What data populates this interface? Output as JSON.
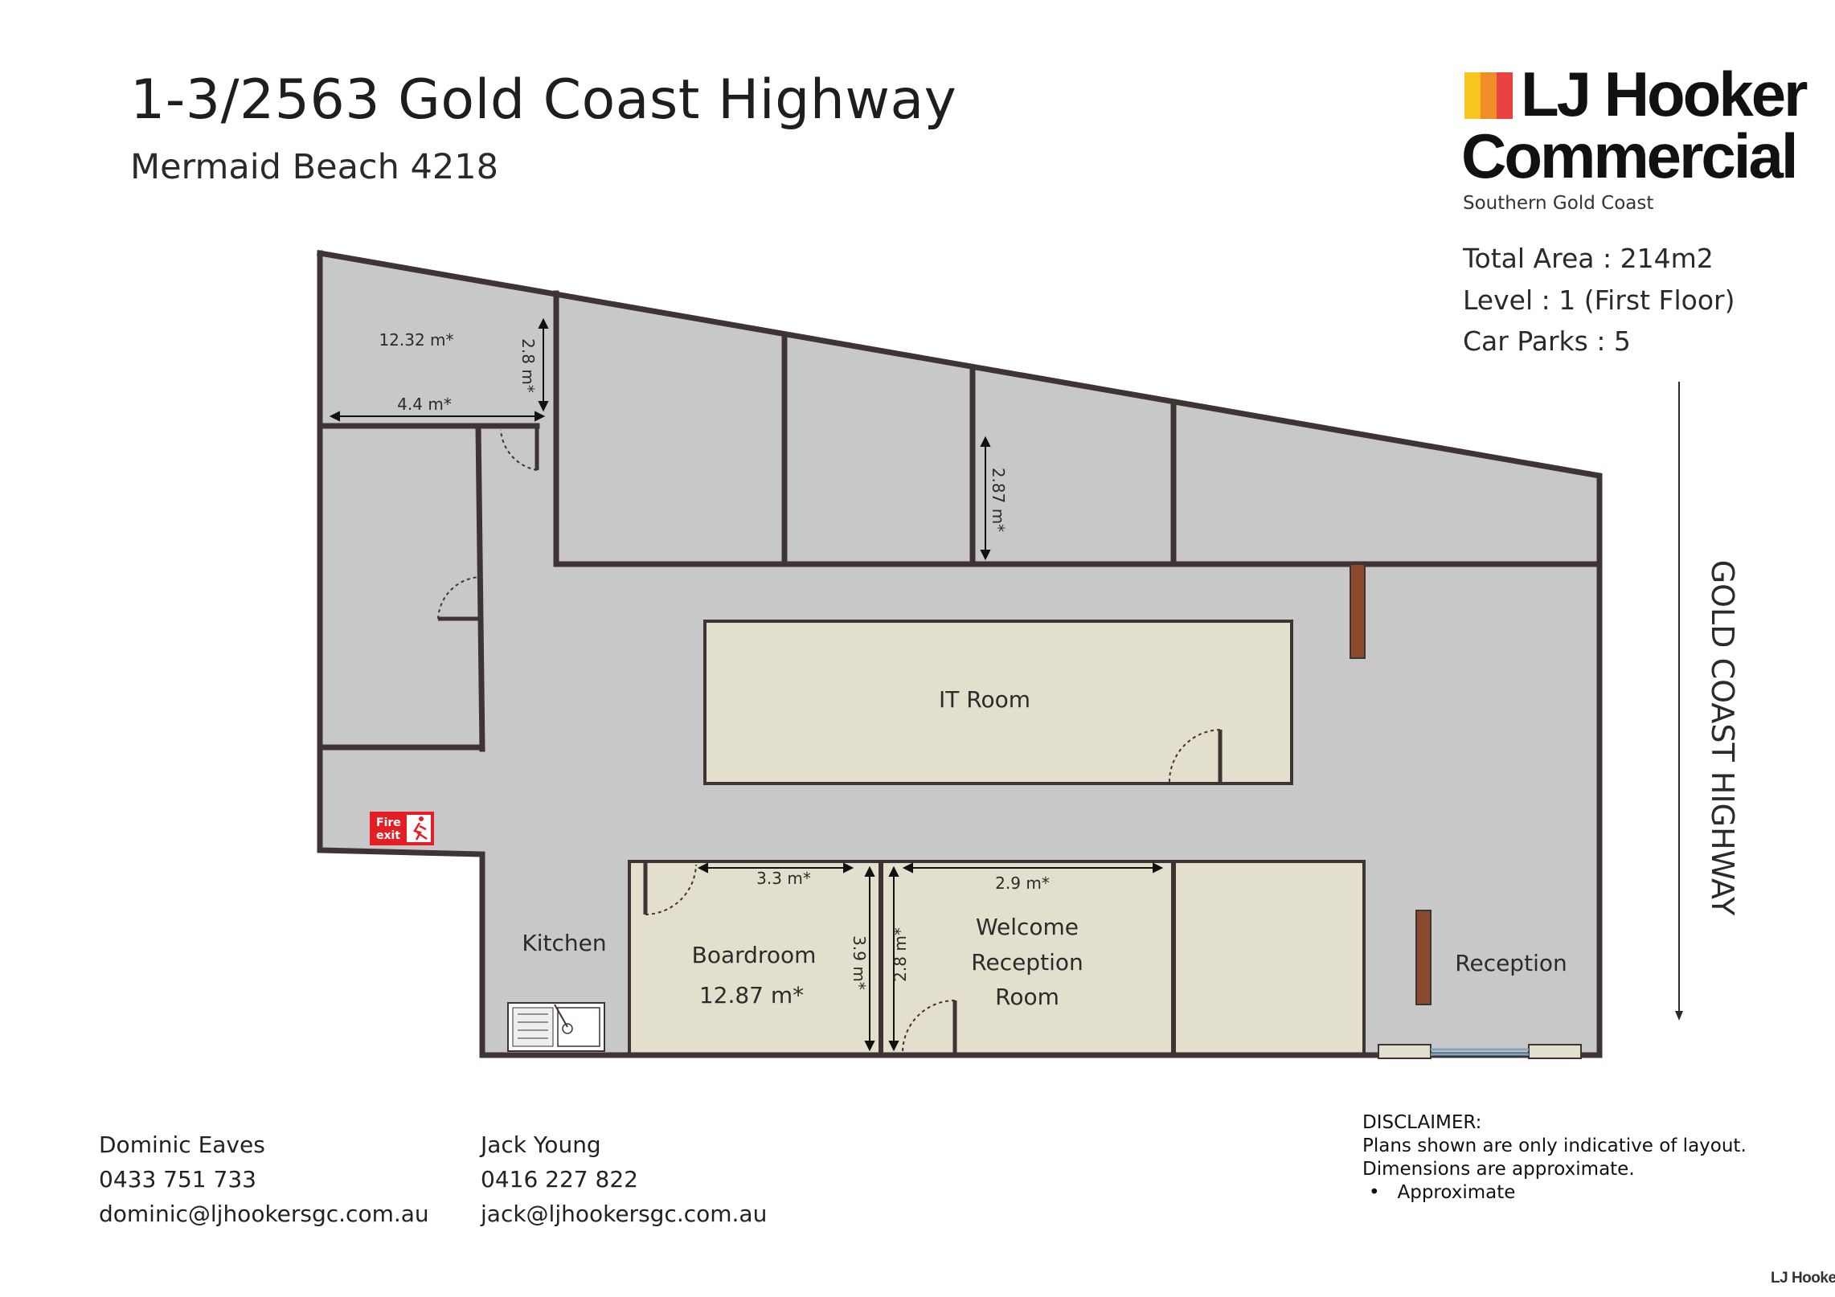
{
  "header": {
    "title": "1-3/2563 Gold Coast Highway",
    "subtitle": "Mermaid Beach 4218"
  },
  "logo": {
    "line1": "LJ Hooker",
    "line2": "Commercial",
    "tagline": "Southern Gold Coast",
    "bar_colors": [
      "#f7c51e",
      "#f28c28",
      "#e8433e"
    ]
  },
  "property_info": {
    "total_area": "Total Area : 214m2",
    "level": "Level : 1 (First Floor)",
    "car_parks": "Car Parks : 5"
  },
  "street_label": "GOLD COAST HIGHWAY",
  "rooms": {
    "it_room": "IT Room",
    "kitchen": "Kitchen",
    "boardroom": "Boardroom",
    "boardroom_area": "12.87 m*",
    "welcome_line1": "Welcome",
    "welcome_line2": "Reception",
    "welcome_line3": "Room",
    "reception": "Reception",
    "top_left_area": "12.32 m*"
  },
  "dimensions": {
    "top_left_width": "4.4 m*",
    "top_left_height": "2.8 m*",
    "office_height": "2.87 m*",
    "boardroom_width": "3.3 m*",
    "boardroom_height": "3.9 m*",
    "welcome_width": "2.9 m*",
    "welcome_height": "2.8 m*"
  },
  "fire_exit": {
    "line1": "Fire",
    "line2": "exit",
    "color": "#e31e24"
  },
  "colors": {
    "wall": "#3f3434",
    "floor_grey": "#c8c8c8",
    "room_beige": "#e2dfcc",
    "timber": "#8b4a2b"
  },
  "contacts": [
    {
      "name": "Dominic Eaves",
      "phone": "0433 751 733",
      "email": "dominic@ljhookersgc.com.au"
    },
    {
      "name": "Jack Young",
      "phone": "0416 227 822",
      "email": "jack@ljhookersgc.com.au"
    }
  ],
  "disclaimer": {
    "heading": "DISCLAIMER:",
    "line1": "Plans shown are only indicative of layout.",
    "line2": "Dimensions are approximate.",
    "bullet": "Approximate"
  },
  "footer_logo": "LJ Hooker"
}
